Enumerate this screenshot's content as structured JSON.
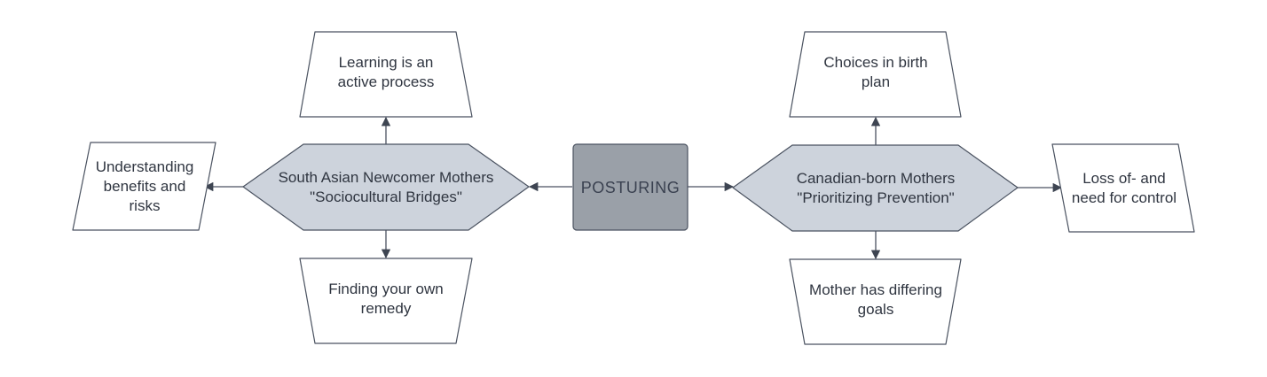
{
  "center": {
    "label": "POSTURING"
  },
  "left_hub": {
    "label": "South Asian Newcomer Mothers\n\"Sociocultural Bridges\""
  },
  "right_hub": {
    "label": "Canadian-born Mothers\n\"Prioritizing Prevention\""
  },
  "left_top": {
    "label": "Learning is an\nactive process"
  },
  "left_bottom": {
    "label": "Finding your own\nremedy"
  },
  "left_side": {
    "label": "Understanding\nbenefits and\nrisks"
  },
  "right_top": {
    "label": "Choices in birth\nplan"
  },
  "right_bottom": {
    "label": "Mother has differing\ngoals"
  },
  "right_side": {
    "label": "Loss of- and\nneed for control"
  },
  "colors": {
    "center_fill": "#9aa0a8",
    "hub_fill": "#cdd3dc",
    "node_fill": "#ffffff",
    "stroke": "#4a5260",
    "text": "#2f3540"
  }
}
